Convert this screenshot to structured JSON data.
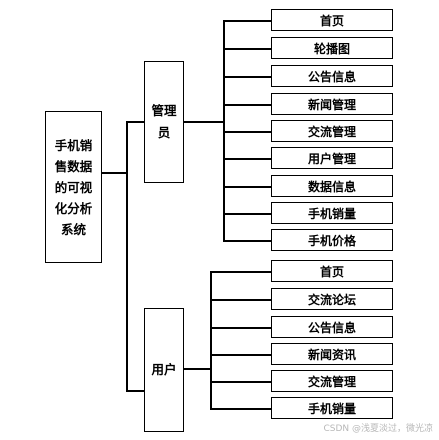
{
  "root": {
    "label": "手机销售数据的可视化分析系统"
  },
  "admin": {
    "label": "管理员",
    "children": [
      "首页",
      "轮播图",
      "公告信息",
      "新闻管理",
      "交流管理",
      "用户管理",
      "数据信息",
      "手机销量",
      "手机价格"
    ]
  },
  "user": {
    "label": "用户",
    "children": [
      "首页",
      "交流论坛",
      "公告信息",
      "新闻资讯",
      "交流管理",
      "手机销量"
    ]
  },
  "watermark": "CSDN @浅夏淡过，微光凉"
}
